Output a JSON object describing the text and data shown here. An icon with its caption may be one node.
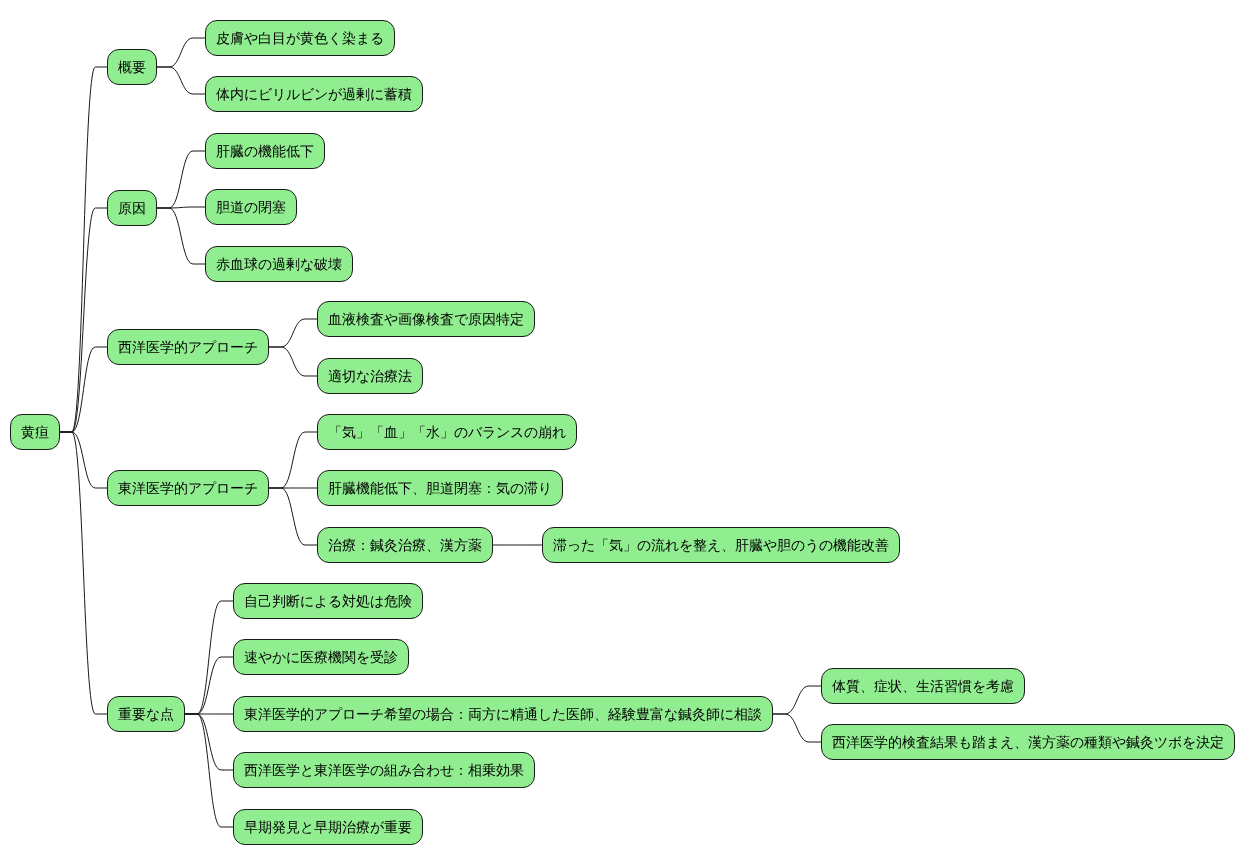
{
  "diagram": {
    "nodes": [
      {
        "text": [
          "黄疸"
        ]
      },
      {
        "text": [
          "概要"
        ]
      },
      {
        "text": [
          "皮膚や白目が黄色く染まる"
        ]
      },
      {
        "text": [
          "体内にビリルビンが過剰に蓄積"
        ]
      },
      {
        "text": [
          "原因"
        ]
      },
      {
        "text": [
          "肝臓の機能低下"
        ]
      },
      {
        "text": [
          "胆道の閉塞"
        ]
      },
      {
        "text": [
          "赤血球の過剰な破壊"
        ]
      },
      {
        "text": [
          "西洋医学的アプローチ"
        ]
      },
      {
        "text": [
          "血液検査や画像検査で原因特定"
        ]
      },
      {
        "text": [
          "適切な治療法"
        ]
      },
      {
        "text": [
          "東洋医学的アプローチ"
        ]
      },
      {
        "text": [
          "「気」「血」「水」のバランスの崩れ"
        ]
      },
      {
        "text": [
          "肝臓機能低下、胆道閉塞：気の滞り"
        ]
      },
      {
        "text": [
          "治療：鍼灸治療、漢方薬"
        ]
      },
      {
        "text": [
          "滞った「気」の流れを整え、肝臓や胆のうの機能改善"
        ]
      },
      {
        "text": [
          "重要な点"
        ]
      },
      {
        "text": [
          "自己判断による対処は危険"
        ]
      },
      {
        "text": [
          "速やかに医療機関を受診"
        ]
      },
      {
        "text": [
          "東洋医学的アプローチ希望の場合：両方に精通した医師、経験豊富な鍼灸師に相談"
        ]
      },
      {
        "text": [
          "体質、症状、生活習慣を考慮"
        ]
      },
      {
        "text": [
          "西洋医学的検査結果も踏まえ、漢方薬の種類や鍼灸ツボを決定"
        ]
      },
      {
        "text": [
          "西洋医学と東洋医学の組み合わせ：相乗効果"
        ]
      },
      {
        "text": [
          "早期発見と早期治療が重要"
        ]
      }
    ],
    "edges": [
      {
        "from": 0,
        "to": 1,
        "arrow": "none"
      },
      {
        "from": 0,
        "to": 4,
        "arrow": "none"
      },
      {
        "from": 0,
        "to": 8,
        "arrow": "none"
      },
      {
        "from": 0,
        "to": 11,
        "arrow": "none"
      },
      {
        "from": 0,
        "to": 16,
        "arrow": "none"
      },
      {
        "from": 1,
        "to": 2,
        "arrow": "none"
      },
      {
        "from": 1,
        "to": 3,
        "arrow": "none"
      },
      {
        "from": 4,
        "to": 5,
        "arrow": "none"
      },
      {
        "from": 4,
        "to": 6,
        "arrow": "none"
      },
      {
        "from": 4,
        "to": 7,
        "arrow": "none"
      },
      {
        "from": 8,
        "to": 9,
        "arrow": "none"
      },
      {
        "from": 8,
        "to": 10,
        "arrow": "none"
      },
      {
        "from": 11,
        "to": 12,
        "arrow": "none"
      },
      {
        "from": 11,
        "to": 13,
        "arrow": "none"
      },
      {
        "from": 11,
        "to": 14,
        "arrow": "none"
      },
      {
        "from": 14,
        "to": 15,
        "arrow": "none"
      },
      {
        "from": 16,
        "to": 17,
        "arrow": "none"
      },
      {
        "from": 16,
        "to": 18,
        "arrow": "none"
      },
      {
        "from": 16,
        "to": 19,
        "arrow": "none"
      },
      {
        "from": 16,
        "to": 22,
        "arrow": "none"
      },
      {
        "from": 16,
        "to": 23,
        "arrow": "none"
      },
      {
        "from": 19,
        "to": 20,
        "arrow": "none"
      },
      {
        "from": 19,
        "to": 21,
        "arrow": "none"
      }
    ]
  }
}
